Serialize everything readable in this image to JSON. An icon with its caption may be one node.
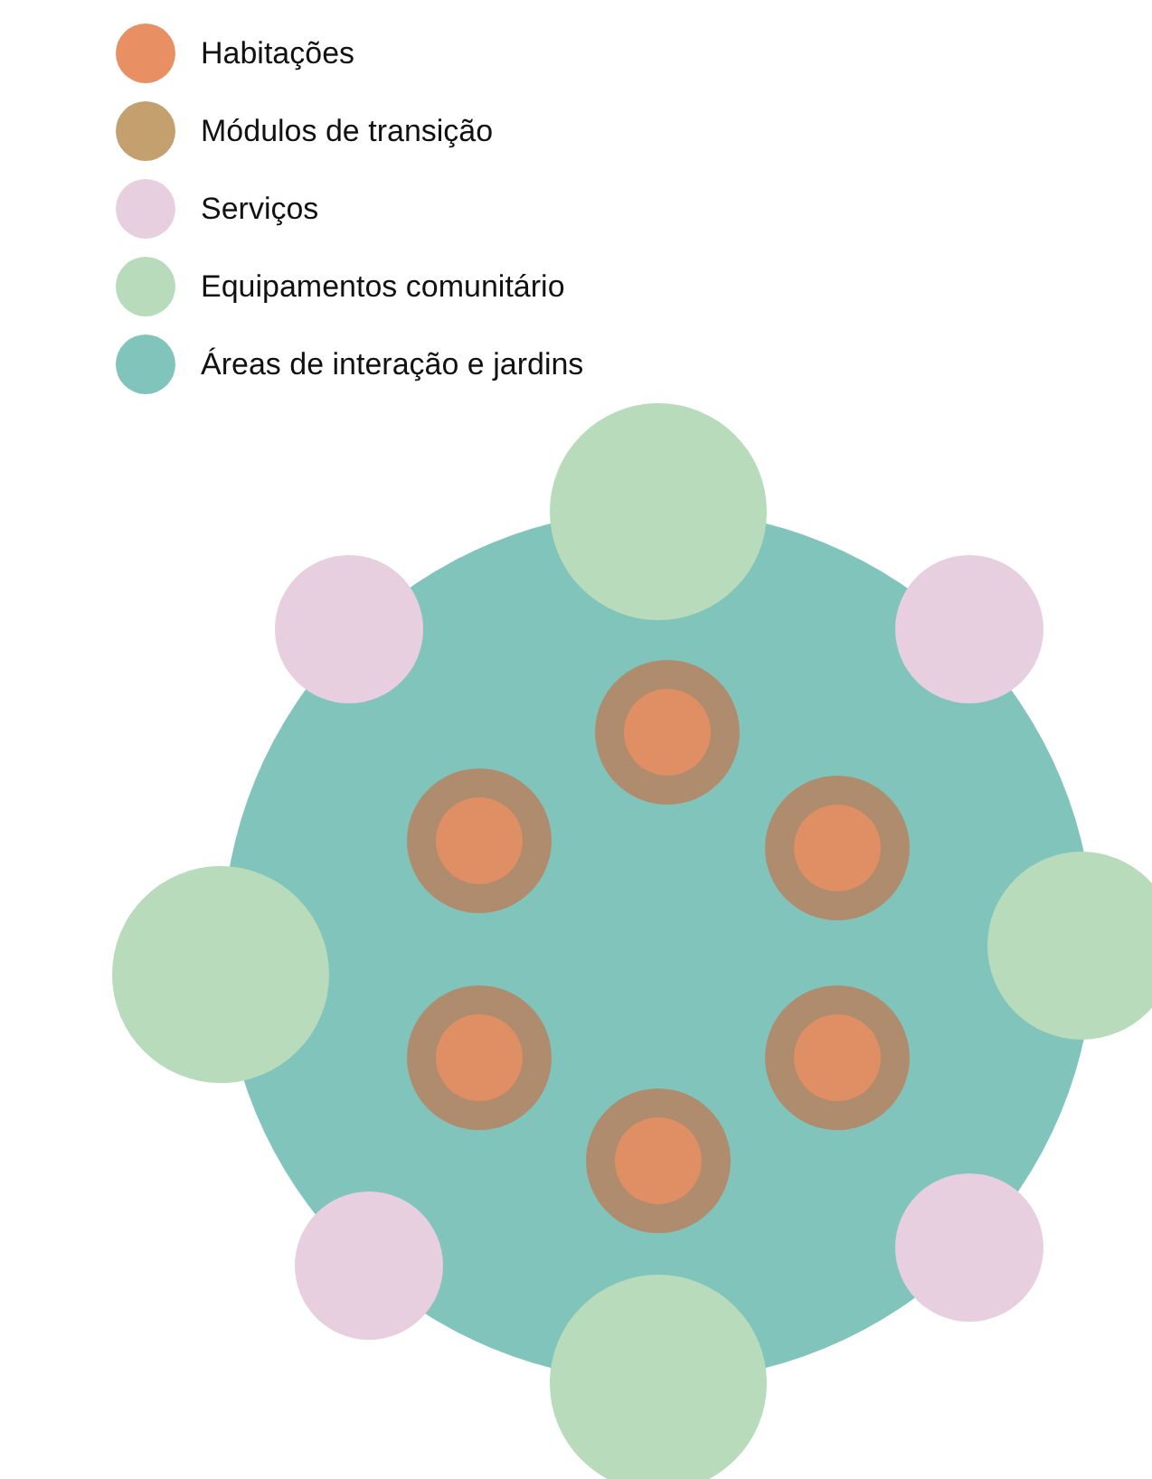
{
  "diagram": {
    "legend": [
      {
        "text": "Habitações",
        "color": "#e98f64"
      },
      {
        "text": "Módulos de transição",
        "color": "#c4a06f"
      },
      {
        "text": "Serviços",
        "color": "#e8cfe0"
      },
      {
        "text": "Equipamentos comunitário",
        "color": "#b7dbbb"
      },
      {
        "text": "Áreas de interação e jardins",
        "color": "#80c4bc"
      }
    ]
  }
}
